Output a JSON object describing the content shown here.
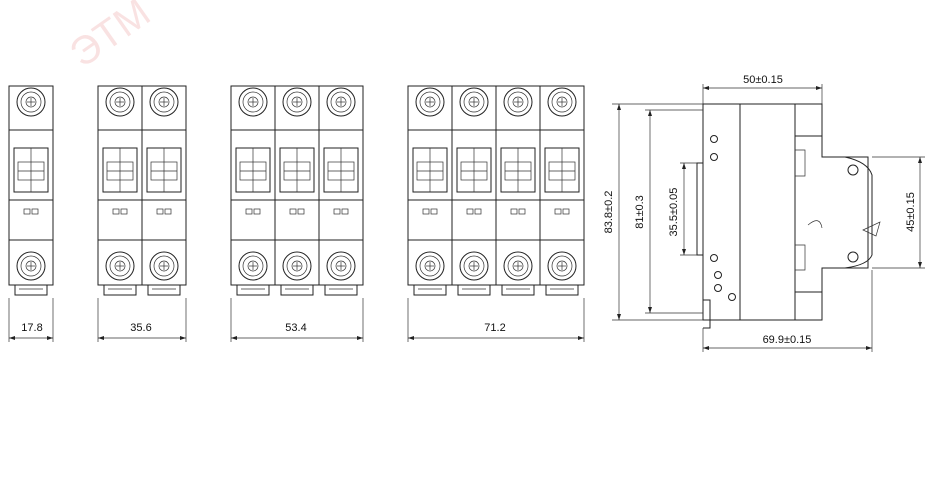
{
  "watermark": "ЭТМ",
  "front_views": [
    {
      "poles": 1,
      "width_label": "17.8"
    },
    {
      "poles": 2,
      "width_label": "35.6"
    },
    {
      "poles": 3,
      "width_label": "53.4"
    },
    {
      "poles": 4,
      "width_label": "71.2"
    }
  ],
  "side_view": {
    "top_dim": "50±0.15",
    "bottom_dim": "69.9±0.15",
    "height_total": "83.8±0.2",
    "height_body": "81±0.3",
    "rail_dim": "35.5±0.05",
    "right_dim": "45±0.15"
  }
}
